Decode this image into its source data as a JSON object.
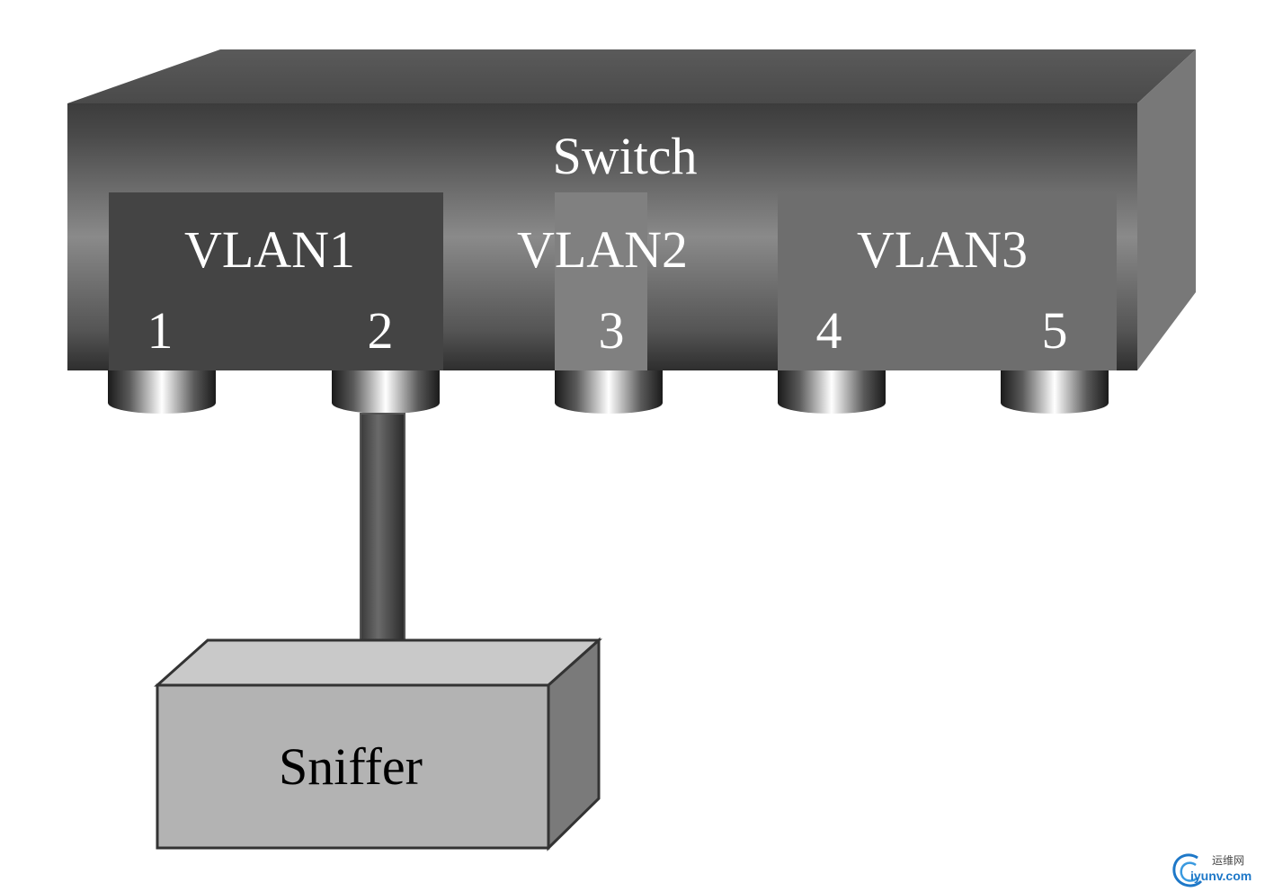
{
  "diagram": {
    "switch_label": "Switch",
    "vlans": [
      {
        "label": "VLAN1",
        "fill": "#444444"
      },
      {
        "label": "VLAN2",
        "fill": "#808080"
      },
      {
        "label": "VLAN3",
        "fill": "#6e6e6e"
      }
    ],
    "ports": [
      "1",
      "2",
      "3",
      "4",
      "5"
    ],
    "sniffer_label": "Sniffer",
    "sniffer_connected_port": "2"
  },
  "watermark": {
    "text_cn": "运维网",
    "text_en": "iyunv.com",
    "logo": "swirl-logo"
  },
  "colors": {
    "switch_top": "#555555",
    "switch_side": "#777777",
    "sniffer_front": "#b3b3b3",
    "sniffer_top": "#c9c9c9",
    "sniffer_side": "#7a7a7a",
    "watermark_blue": "#1e78c8"
  }
}
